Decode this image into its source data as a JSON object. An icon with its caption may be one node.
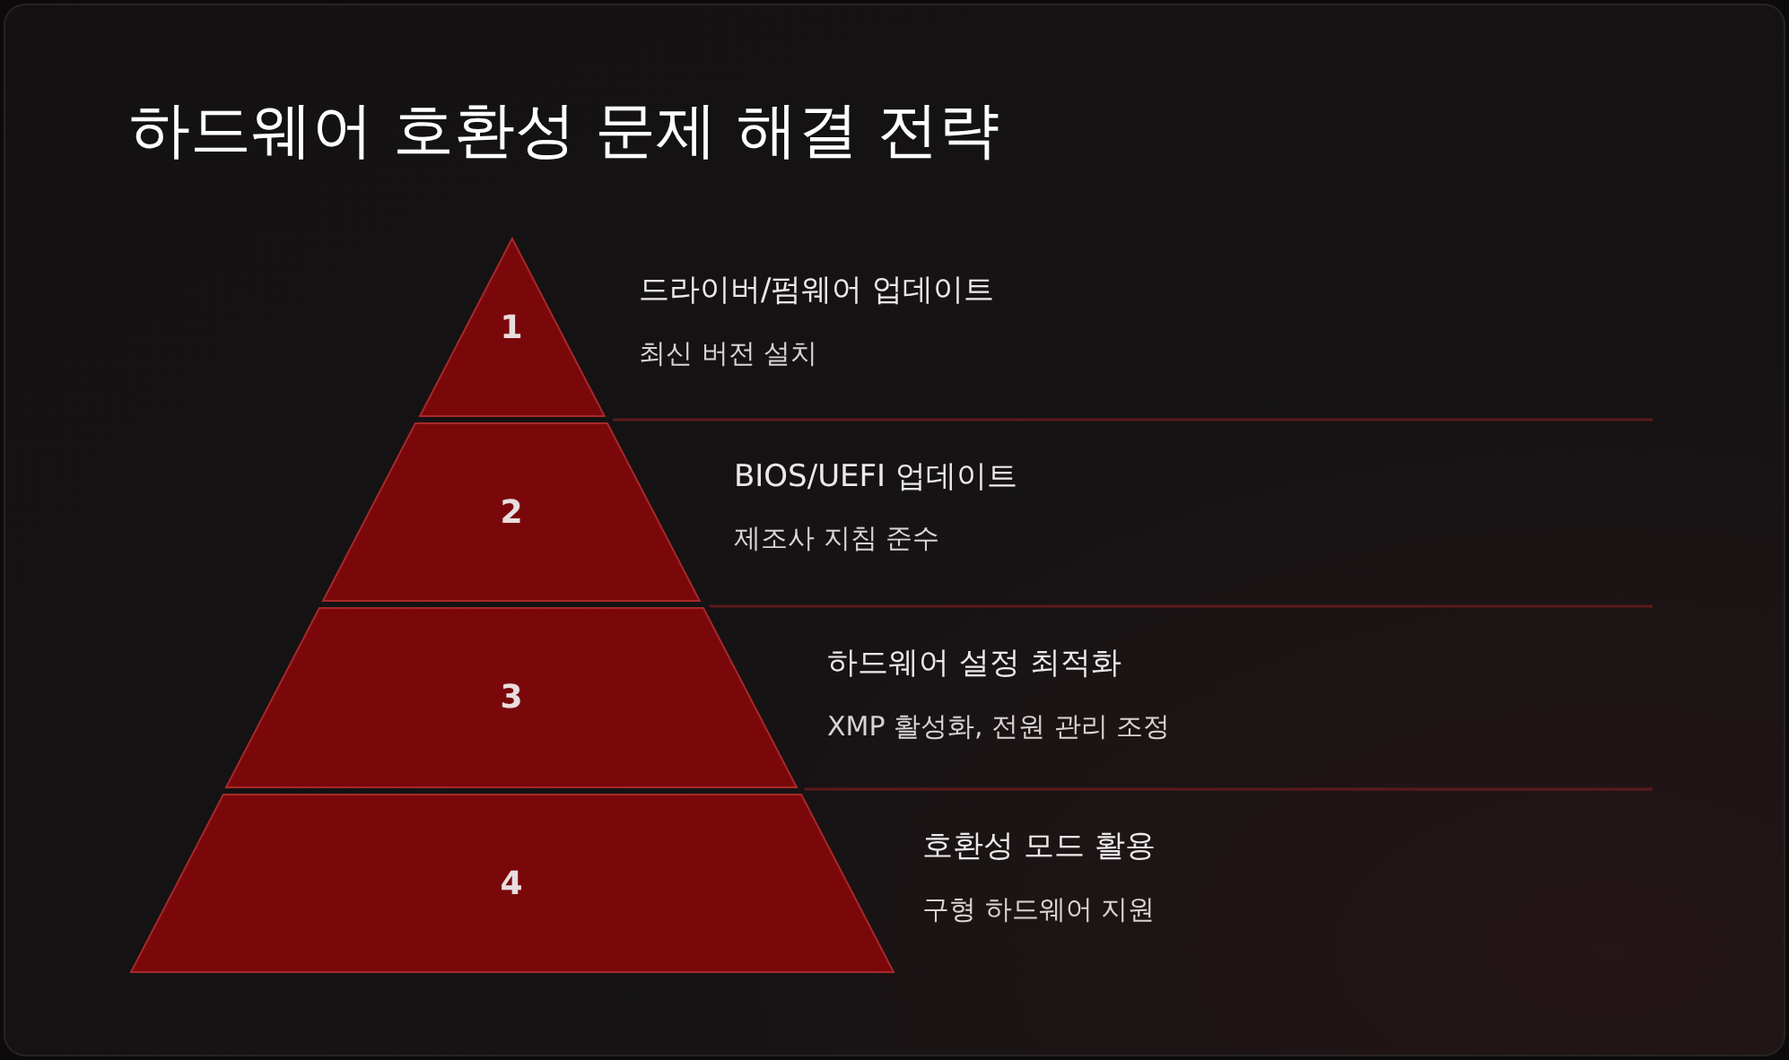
{
  "diagram": {
    "title": "하드웨어 호환성 문제 해결 전략",
    "nodes": [
      {
        "text": [
          "1"
        ],
        "beside": [
          "드라이버/펌웨어 업데이트",
          "최신 버전 설치"
        ]
      },
      {
        "text": [
          "2"
        ],
        "beside": [
          "BIOS/UEFI 업데이트",
          "제조사 지침 준수"
        ]
      },
      {
        "text": [
          "3"
        ],
        "beside": [
          "하드웨어 설정 최적화",
          "XMP 활성화, 전원 관리 조정"
        ]
      },
      {
        "text": [
          "4"
        ],
        "beside": [
          "호환성 모드 활용",
          "구형 하드웨어 지원"
        ]
      }
    ]
  }
}
